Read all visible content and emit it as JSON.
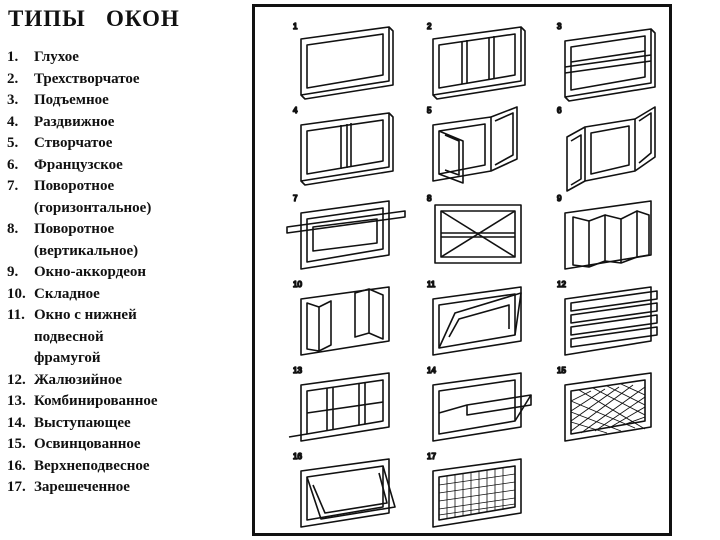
{
  "title": "ТИПЫ   ОКОН",
  "items": [
    {
      "num": "1.",
      "lines": [
        "Глухое"
      ]
    },
    {
      "num": "2.",
      "lines": [
        "Трехстворчатое"
      ]
    },
    {
      "num": "3.",
      "lines": [
        "Подъемное"
      ]
    },
    {
      "num": "4.",
      "lines": [
        "Раздвижное"
      ]
    },
    {
      "num": "5.",
      "lines": [
        "Створчатое"
      ]
    },
    {
      "num": "6.",
      "lines": [
        "Французское"
      ]
    },
    {
      "num": "7.",
      "lines": [
        "Поворотное",
        "(горизонтальное)"
      ]
    },
    {
      "num": "8.",
      "lines": [
        "Поворотное",
        "(вертикальное)"
      ]
    },
    {
      "num": "9.",
      "lines": [
        "Окно-аккордеон"
      ]
    },
    {
      "num": "10.",
      "lines": [
        "Складное"
      ]
    },
    {
      "num": "11.",
      "lines": [
        "Окно с нижней",
        "подвесной",
        "фрамугой"
      ]
    },
    {
      "num": "12.",
      "lines": [
        "Жалюзийное"
      ]
    },
    {
      "num": "13.",
      "lines": [
        "Комбинированное"
      ]
    },
    {
      "num": "14.",
      "lines": [
        "Выступающее"
      ]
    },
    {
      "num": "15.",
      "lines": [
        "Освинцованное"
      ]
    },
    {
      "num": "16.",
      "lines": [
        "Верхнеподвесное"
      ]
    },
    {
      "num": "17.",
      "lines": [
        "Зарешеченное"
      ]
    }
  ],
  "figure_numbers": [
    "1",
    "2",
    "3",
    "4",
    "5",
    "6",
    "7",
    "8",
    "9",
    "10",
    "11",
    "12",
    "13",
    "14",
    "15",
    "16",
    "17"
  ]
}
